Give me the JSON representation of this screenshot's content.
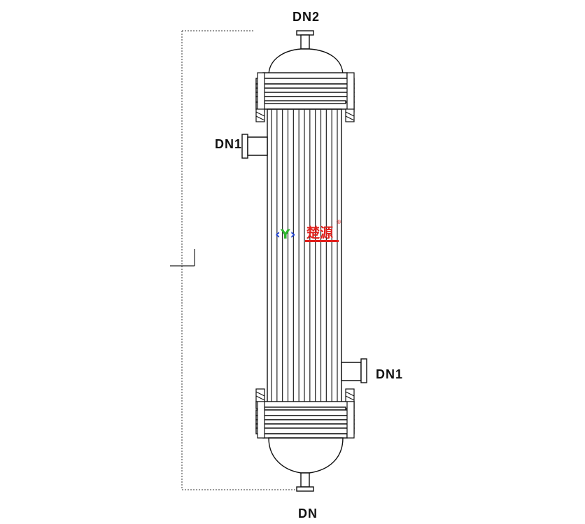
{
  "labels": {
    "top_outlet": "DN2",
    "side_inlet": "DN1",
    "side_outlet": "DN1",
    "bottom_outlet": "DN"
  },
  "logo": {
    "mark_glyph": "‹Y›",
    "brand_text": "楚源",
    "trademark": "®"
  },
  "colors": {
    "line": "#111111",
    "logo_left": "#1e3fd1",
    "logo_mid": "#2fb52f",
    "logo_right": "#1e3fd1",
    "brand_red": "#e0201c"
  },
  "tube_count": 13
}
